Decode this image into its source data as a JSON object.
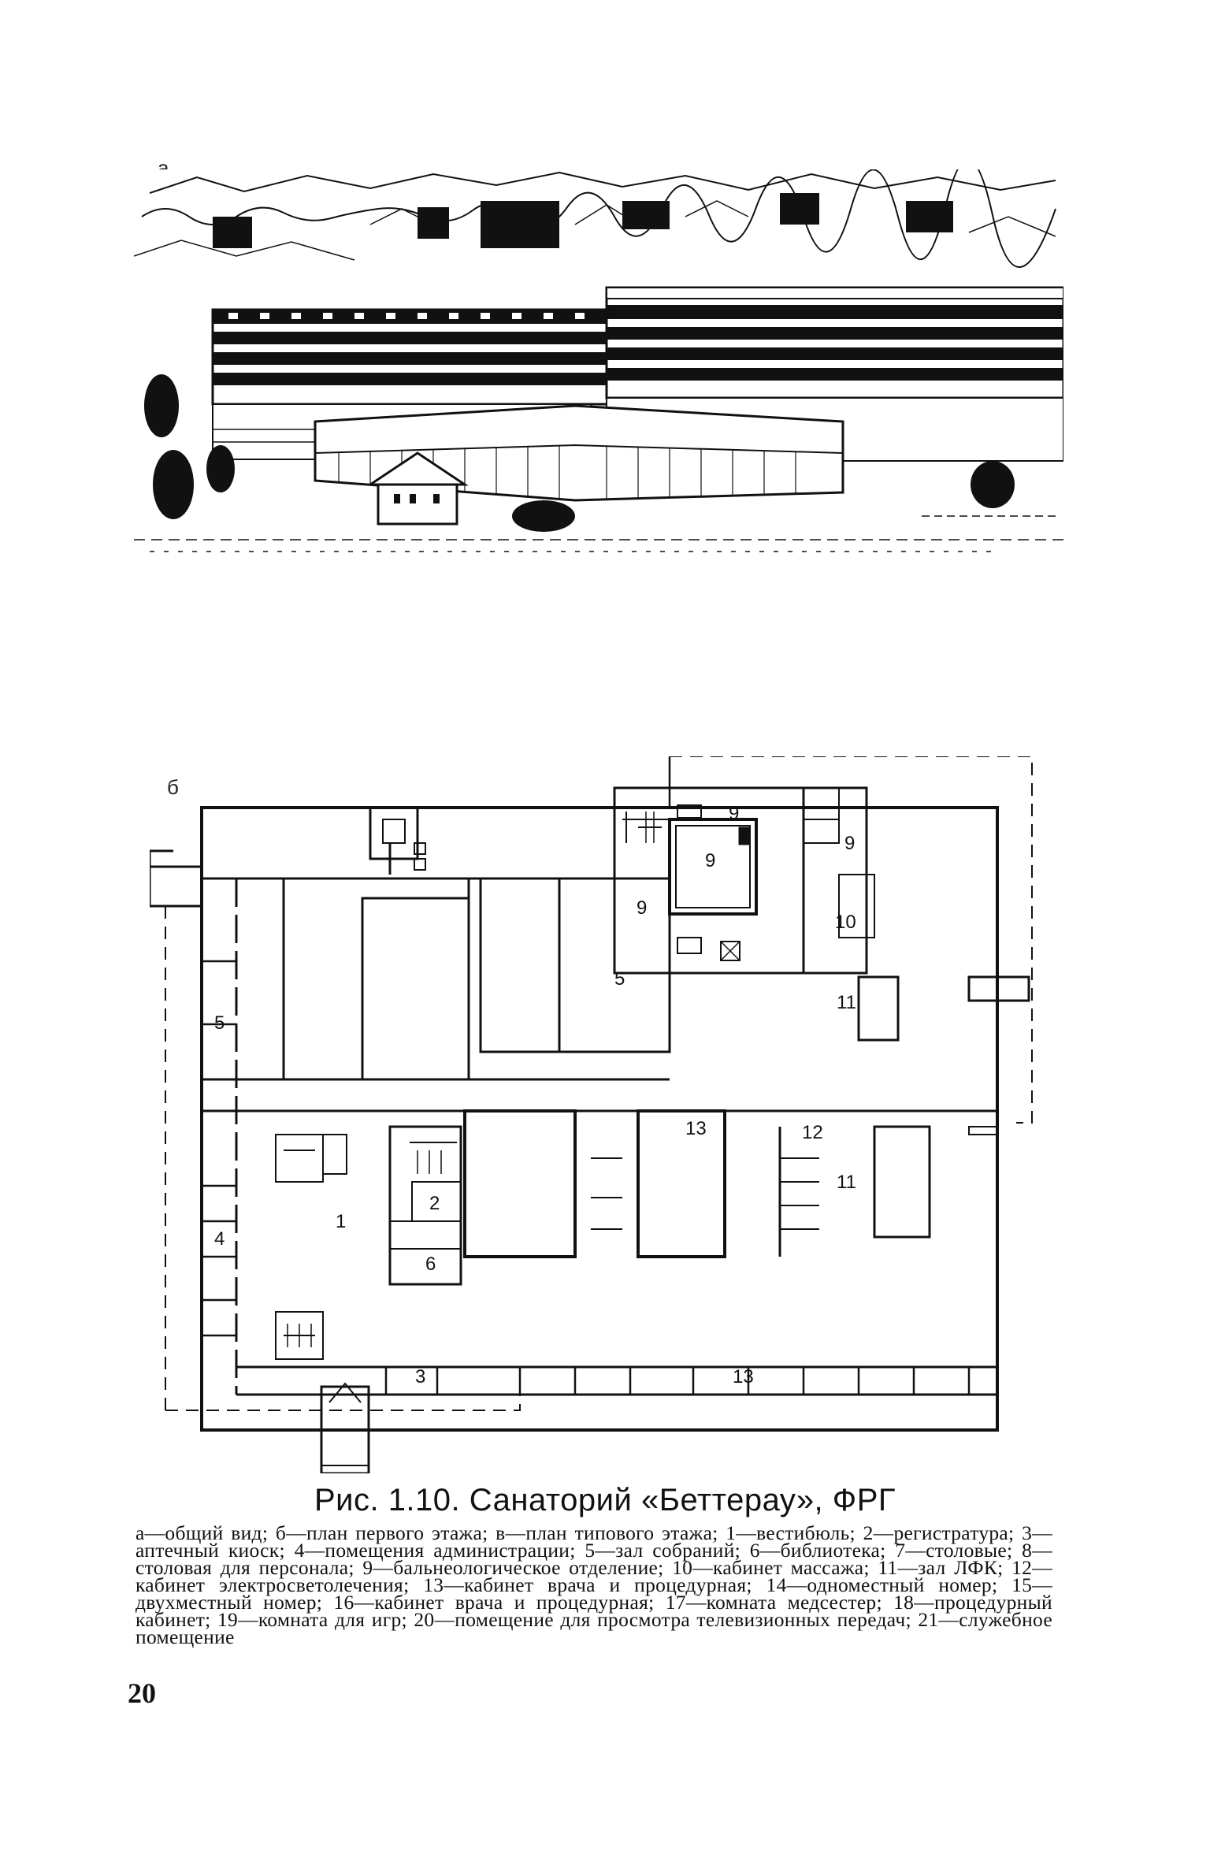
{
  "figure": {
    "panel_a_letter": "а",
    "panel_b_letter": "б",
    "title": "Рис. 1.10. Санаторий «Беттерау», ФРГ",
    "caption": "а—общий вид; б—план первого этажа; в—план типового этажа; 1—вестибюль; 2—регистратура; 3—аптечный киоск; 4—помещения администрации; 5—зал собраний; 6—библиотека; 7—столовые; 8—столовая для персонала; 9—бальнеологическое отделение; 10—кабинет массажа; 11—зал ЛФК; 12—кабинет электросветолечения; 13—кабинет врача и процедурная; 14—одноместный номер; 15—двухместный номер; 16—кабинет врача и процедурная; 17—комната медсестер; 18—процедурный кабинет; 19—комната для игр; 20—помещение для просмотра телевизионных передач; 21—служебное помещение"
  },
  "plan_labels": {
    "l1": "1",
    "l2": "2",
    "l3": "3",
    "l4": "4",
    "l5_left": "5",
    "l5_hall": "5",
    "l6": "6",
    "l9_pool": "9",
    "l9_top": "9",
    "l9_right": "9",
    "l9_left": "9",
    "l10": "10",
    "l11_top": "11",
    "l11_bottom": "11",
    "l12": "12",
    "l13_mid": "13",
    "l13_bottom": "13"
  },
  "page_number": "20"
}
